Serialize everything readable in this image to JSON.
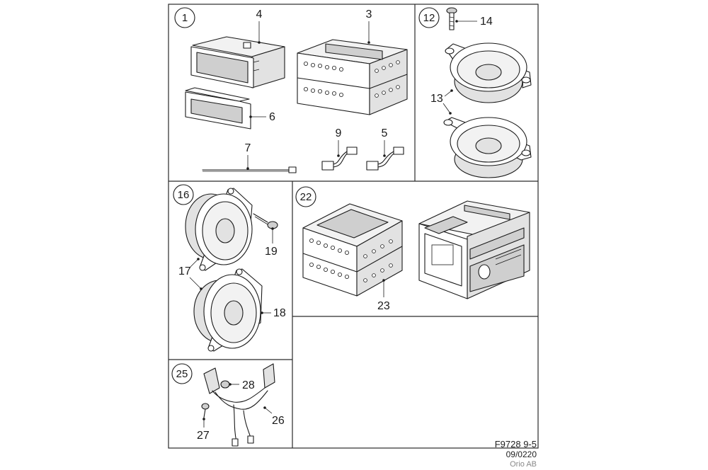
{
  "panels": [
    {
      "id": "panel-1",
      "badge": "1"
    },
    {
      "id": "panel-12",
      "badge": "12"
    },
    {
      "id": "panel-16",
      "badge": "16"
    },
    {
      "id": "panel-22",
      "badge": "22"
    },
    {
      "id": "panel-25",
      "badge": "25"
    }
  ],
  "callouts": {
    "c3": "3",
    "c4": "4",
    "c5": "5",
    "c6": "6",
    "c7": "7",
    "c9": "9",
    "c13": "13",
    "c14": "14",
    "c17": "17",
    "c18": "18",
    "c19": "19",
    "c23": "23",
    "c26": "26",
    "c27": "27",
    "c28": "28"
  },
  "footer": {
    "ref_code": "F9728 9-5",
    "date": "09/0220",
    "owner": "Orio AB"
  }
}
